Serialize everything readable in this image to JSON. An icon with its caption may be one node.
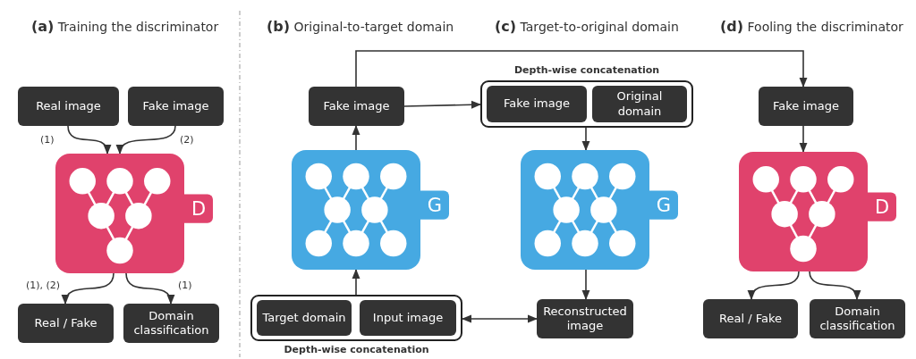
{
  "diagram": {
    "nodes": [
      {
        "text": [
          "Real image"
        ]
      },
      {
        "text": [
          "Fake image"
        ]
      },
      {
        "text": [
          "D"
        ]
      },
      {
        "text": [
          "Real / Fake"
        ]
      },
      {
        "text": [
          "Domain classification"
        ]
      },
      {
        "text": [
          "Fake image"
        ]
      },
      {
        "text": [
          "G"
        ]
      },
      {
        "text": [
          "Depth-wise concatenation"
        ]
      },
      {
        "text": [
          "Target domain"
        ],
        "in": 7
      },
      {
        "text": [
          "Input image"
        ],
        "in": 7
      },
      {
        "text": [
          "Depth-wise concatenation"
        ]
      },
      {
        "text": [
          "Fake image"
        ],
        "in": 10
      },
      {
        "text": [
          "Original domain"
        ],
        "in": 10
      },
      {
        "text": [
          "G"
        ]
      },
      {
        "text": [
          "Reconstructed image"
        ]
      },
      {
        "text": [
          "Fake image"
        ]
      },
      {
        "text": [
          "D"
        ]
      },
      {
        "text": [
          "Real / Fake"
        ]
      },
      {
        "text": [
          "Domain classification"
        ]
      }
    ],
    "edges": [
      {
        "from": 0,
        "to": 2,
        "arrow": "to",
        "label": "(1)"
      },
      {
        "from": 1,
        "to": 2,
        "arrow": "to",
        "label": "(2)"
      },
      {
        "from": 2,
        "to": 3,
        "arrow": "to",
        "label": "(1), (2)"
      },
      {
        "from": 2,
        "to": 4,
        "arrow": "to",
        "label": "(1)"
      },
      {
        "from": 6,
        "to": 5,
        "arrow": "to"
      },
      {
        "from": 7,
        "to": 6,
        "arrow": "to"
      },
      {
        "from": 5,
        "to": 10,
        "arrow": "to"
      },
      {
        "from": 5,
        "to": 15,
        "arrow": "to"
      },
      {
        "from": 10,
        "to": 13,
        "arrow": "to"
      },
      {
        "from": 13,
        "to": 14,
        "arrow": "to"
      },
      {
        "from": 14,
        "to": 7,
        "arrow": "both"
      },
      {
        "from": 15,
        "to": 16,
        "arrow": "to"
      },
      {
        "from": 16,
        "to": 17,
        "arrow": "to"
      },
      {
        "from": 16,
        "to": 18,
        "arrow": "to"
      }
    ],
    "labels": [
      "**(a)** Training the discriminator",
      "**(b)** Original-to-target domain",
      "**(c)** Target-to-original domain",
      "**(d)** Fooling the discriminator"
    ]
  }
}
